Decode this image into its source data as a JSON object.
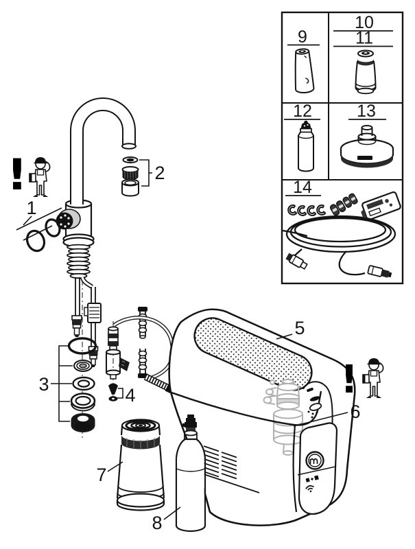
{
  "diagram": {
    "kind": "exploded-parts-diagram",
    "subject": "Kitchen faucet with under-sink cooler/carbonator unit, filter cartridge and CO2 bottle",
    "background_color": "#ffffff",
    "line_color": "#141414",
    "ghost_line_color": "#b0b0b0"
  },
  "callouts": {
    "c1": {
      "label": "1",
      "part": "faucet-valve-o-rings"
    },
    "c2": {
      "label": "2",
      "part": "spout-mousseur-assembly"
    },
    "c3": {
      "label": "3",
      "part": "mounting-seal-washer-stack"
    },
    "c4": {
      "label": "4",
      "part": "non-return-valve-seals"
    },
    "c5": {
      "label": "5",
      "part": "cooler-carbonator-unit"
    },
    "c6": {
      "label": "6",
      "part": "filter-head-on-unit"
    },
    "c7": {
      "label": "7",
      "part": "filter-cartridge"
    },
    "c8": {
      "label": "8",
      "part": "co2-bottle"
    }
  },
  "spare_parts_panel": {
    "cells": [
      {
        "labels": [
          "9"
        ],
        "item": "filter-cartridge-small"
      },
      {
        "labels": [
          "10",
          "11"
        ],
        "item": "filter-cartridge-large"
      },
      {
        "labels": [
          "12"
        ],
        "item": "co2-cartridge"
      },
      {
        "labels": [
          "13"
        ],
        "item": "filter-head"
      },
      {
        "labels": [
          "14"
        ],
        "item": "installation-kit-clips-connectors-bracket-hose"
      }
    ]
  },
  "warnings": {
    "left": {
      "mark": "!",
      "icon": "installer-attention-icon"
    },
    "right": {
      "mark": "!",
      "icon": "installer-attention-icon"
    }
  }
}
